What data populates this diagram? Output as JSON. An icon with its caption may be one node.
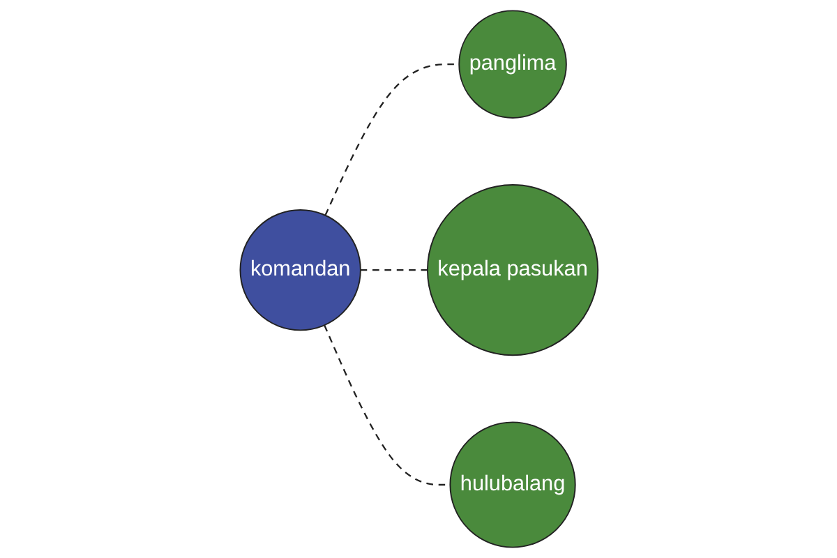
{
  "diagram": {
    "nodes": [
      {
        "text": [
          "panglima"
        ]
      },
      {
        "text": [
          "komandan"
        ]
      },
      {
        "text": [
          "kepala pasukan"
        ]
      },
      {
        "text": [
          "hulubalang"
        ]
      }
    ],
    "edges": [
      {
        "from": 1,
        "to": 0,
        "arrow": "none",
        "style": "dashed"
      },
      {
        "from": 1,
        "to": 2,
        "arrow": "none",
        "style": "dashed"
      },
      {
        "from": 1,
        "to": 3,
        "arrow": "none",
        "style": "dashed"
      }
    ]
  }
}
